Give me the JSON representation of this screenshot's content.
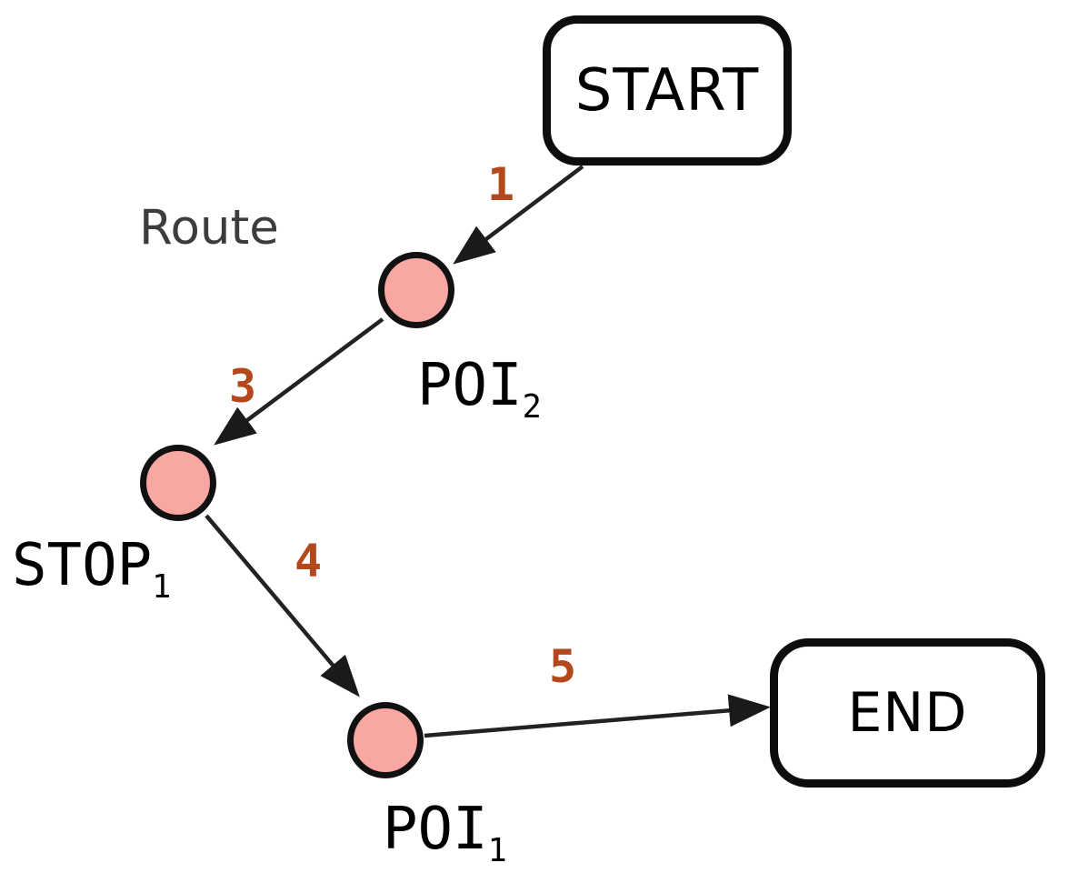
{
  "diagram": {
    "route_label": "Route",
    "nodes": {
      "start": {
        "label": "START",
        "shape": "rounded-rect"
      },
      "poi2": {
        "base": "POI",
        "sub": "2",
        "shape": "circle"
      },
      "stop1": {
        "base": "STOP",
        "sub": "1",
        "shape": "circle"
      },
      "poi1": {
        "base": "POI",
        "sub": "1",
        "shape": "circle"
      },
      "end": {
        "label": "END",
        "shape": "rounded-rect"
      }
    },
    "edges": [
      {
        "label": "1",
        "from": "START",
        "to": "POI2"
      },
      {
        "label": "3",
        "from": "POI2",
        "to": "STOP1"
      },
      {
        "label": "4",
        "from": "STOP1",
        "to": "POI1"
      },
      {
        "label": "5",
        "from": "POI1",
        "to": "END"
      }
    ],
    "colors": {
      "node_fill": "#f8a7a3",
      "node_stroke": "#111111",
      "edge_label": "#b3481c",
      "route_label": "#3c3c3c",
      "arrow": "#1f1f1f",
      "background": "#ffffff"
    }
  }
}
